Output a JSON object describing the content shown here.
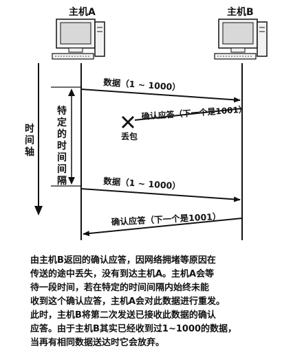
{
  "colors": {
    "ink": "#111111",
    "monitor_screen": "#d8d8d8",
    "case": "#f2f2f2"
  },
  "hosts": {
    "a_label": "主机A",
    "b_label": "主机B",
    "icon": "computer-icon"
  },
  "timeline": {
    "label_chars": [
      "时",
      "间",
      "轴"
    ]
  },
  "interval": {
    "label_chars": [
      "特",
      "定",
      "的",
      "时",
      "间",
      "间",
      "隔"
    ]
  },
  "messages": {
    "data_first": "数据（1 ~ 1000）",
    "ack_lost": "确认应答（下一个是1001）",
    "lost_label": "丢包",
    "lost_icon": "cross-mark-icon",
    "data_resend": "数据（1 ~ 1000）",
    "ack_final": "确认应答（下一个是1001）"
  },
  "caption": {
    "lines": [
      "由主机B返回的确认应答，因网络拥堵等原因在",
      "传送的途中丢失，没有到达主机A。主机A会等",
      "待一段时间，若在特定的时间间隔内始终未能",
      "收到这个确认应答，主机A会对此数据进行重发。",
      "此时，主机B将第二次发送已接收此数据的确认",
      "应答。由于主机B其实已经收到过1~1000的数据，",
      "当再有相同数据送达时它会放弃。"
    ]
  }
}
